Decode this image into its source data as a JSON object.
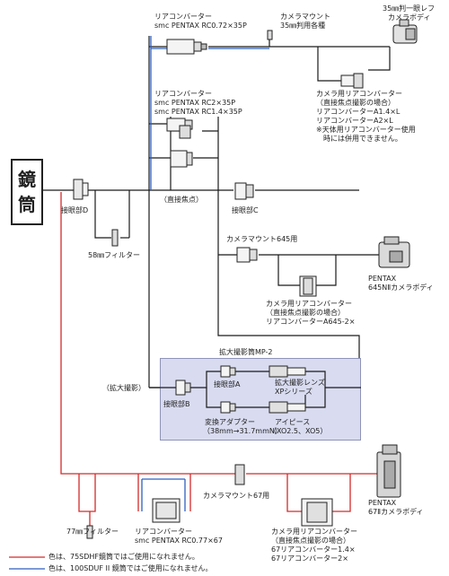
{
  "main_unit": {
    "label_top": "鏡",
    "label_bottom": "筒"
  },
  "labels": {
    "rc072_line1": "リアコンバーター",
    "rc072_line2": "smc PENTAX RC0.72×35P",
    "mount35_line1": "カメラマウント",
    "mount35_line2": "35㎜判用各種",
    "camera35_line1": "35㎜判一眼レフ",
    "camera35_line2": "カメラボディ",
    "rc2_line1": "リアコンバーター",
    "rc2_line2": "smc PENTAX RC2×35P",
    "rc2_line3": "smc PENTAX RC1.4×35P",
    "rear_conv_line1": "カメラ用リアコンバーター",
    "rear_conv_line2": "（直接焦点撮影の場合）",
    "rear_conv_line3": "リアコンバーターA1.4×L",
    "rear_conv_line4": "リアコンバーターA2×L",
    "rear_conv_line5": "※天体用リアコンバーター使用",
    "rear_conv_line6": "　時には併用できません。",
    "eyepiece_d": "接眼部D",
    "direct_focus": "（直接焦点）",
    "eyepiece_c": "接眼部C",
    "filter58": "58㎜フィルター",
    "mount645": "カメラマウント645用",
    "camera645_line1": "PENTAX",
    "camera645_line2": "645NⅡカメラボディ",
    "rc645_line1": "カメラ用リアコンバーター",
    "rc645_line2": "（直接焦点撮影の場合）",
    "rc645_line3": "リアコンバーターA645-2×",
    "mag_title": "拡大撮影筒MP-2",
    "enlarged": "（拡大撮影）",
    "eyepiece_a": "接眼部A",
    "eyepiece_b": "接眼部B",
    "mag_lens_line1": "拡大撮影レンズ",
    "mag_lens_line2": "XPシリーズ",
    "adapter_line1": "変換アダプター",
    "adapter_line2": "（38mm→31.7mmN）",
    "eyepiece_xo_line1": "アイピース",
    "eyepiece_xo_line2": "（XO2.5、XO5）",
    "mount67": "カメラマウント67用",
    "camera67_line1": "PENTAX",
    "camera67_line2": "67Ⅱカメラボディ",
    "filter77": "77㎜フィルター",
    "rc077_line1": "リアコンバーター",
    "rc077_line2": "smc PENTAX RC0.77×67",
    "rc67_line1": "カメラ用リアコンバーター",
    "rc67_line2": "（直接焦点撮影の場合）",
    "rc67_line3": "67リアコンバーター1.4×",
    "rc67_line4": "67リアコンバーター2×"
  },
  "legend": {
    "red_text": "色は、75SDHF鏡筒ではご使用になれません。",
    "blue_text": "色は、100SDUF II 鏡筒ではご使用になれません。",
    "red_color": "#d42a2a",
    "blue_color": "#2f5fc0"
  }
}
